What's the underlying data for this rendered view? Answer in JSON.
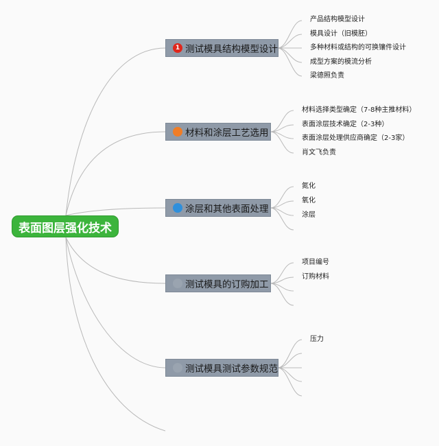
{
  "root": {
    "label": "表面图层强化技术"
  },
  "branches": [
    {
      "label": "测试模具结构模型设计",
      "marker": {
        "text": "1",
        "color": "#e0271c",
        "icon": "priority-1-icon"
      },
      "items": [
        "产品结构模型设计",
        "模具设计（旧模胚）",
        "多种材料或结构的可换镶件设计",
        "成型方案的模流分析",
        "梁德照负责"
      ]
    },
    {
      "label": "材料和涂层工艺选用",
      "marker": {
        "text": "",
        "color": "#f07d26",
        "icon": "priority-2-icon"
      },
      "items": [
        "材料选择类型确定（7-8种主推材料）",
        "表面涂层技术确定（2-3种）",
        "表面涂层处理供应商确定（2-3家）",
        "肖文飞负责"
      ]
    },
    {
      "label": "涂层和其他表面处理",
      "marker": {
        "text": "",
        "color": "#2f8fdb",
        "icon": "priority-3-icon"
      },
      "items": [
        "氮化",
        "氧化",
        "涂层",
        ""
      ]
    },
    {
      "label": "测试模具的订购加工",
      "marker": {
        "text": "",
        "color": "#9aa4b0",
        "icon": "priority-4-icon"
      },
      "items": [
        "项目编号",
        "订购材料",
        "",
        ""
      ]
    },
    {
      "label": "测试模具测试参数规范",
      "marker": {
        "text": "",
        "color": "#9aa4b0",
        "icon": "priority-5-icon"
      },
      "items": [
        "压力",
        "",
        "",
        ""
      ]
    }
  ]
}
